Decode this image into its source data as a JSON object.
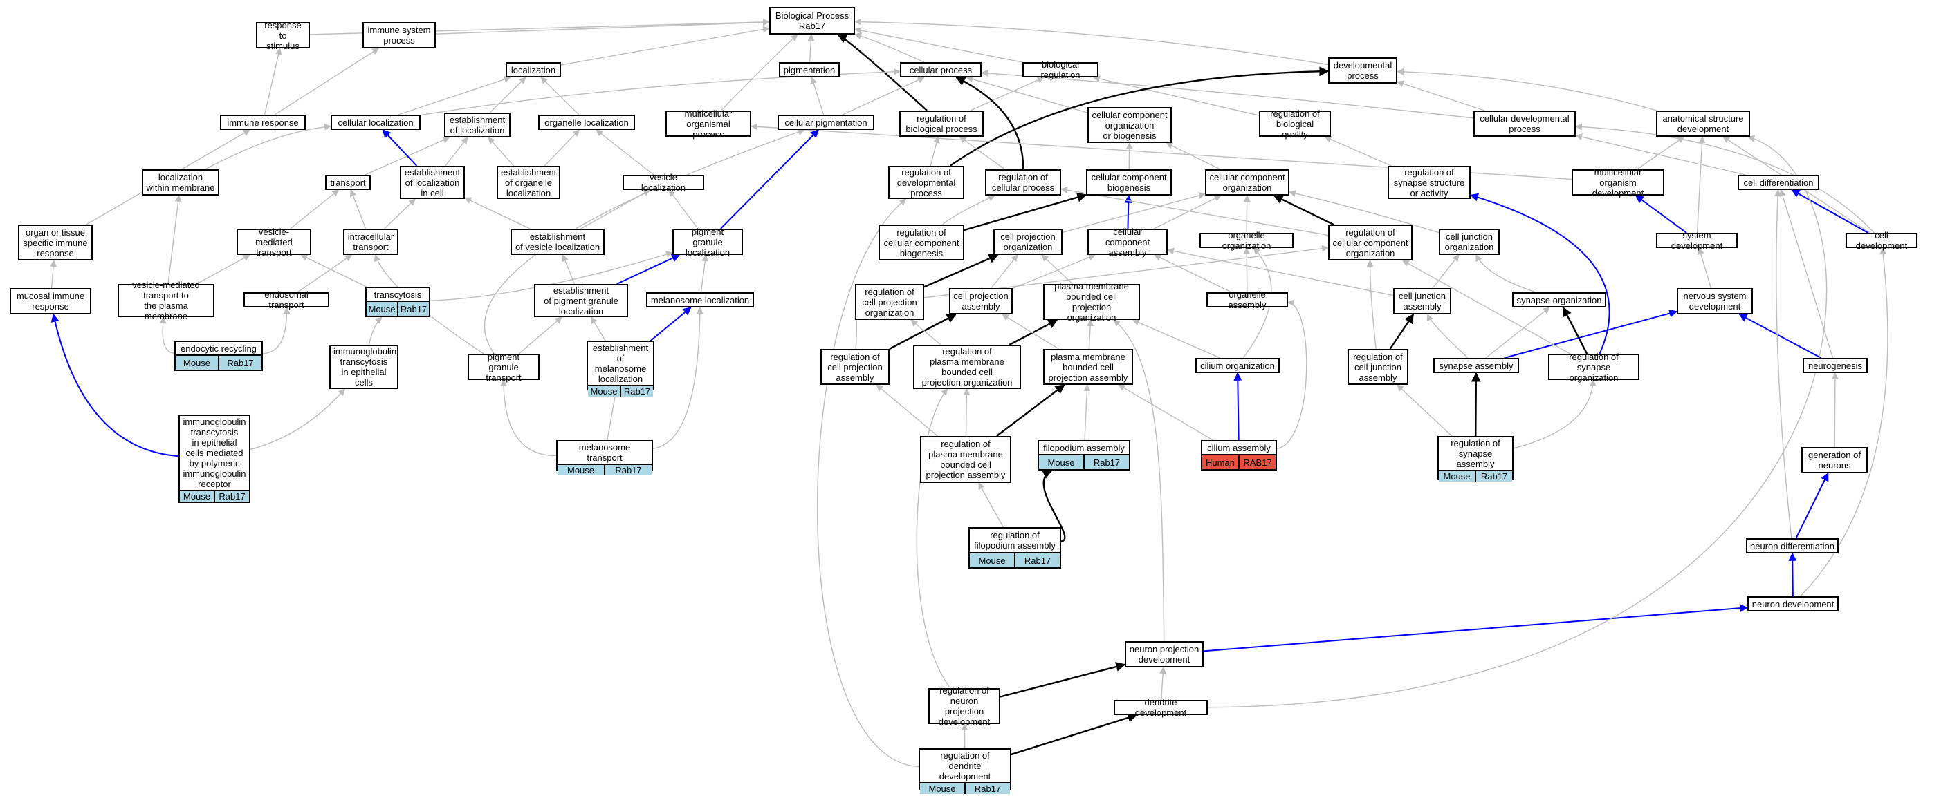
{
  "colors": {
    "is_a": "#bdbdbd",
    "part_of": "#0000ff",
    "regulates": "#000000",
    "mouse": "#add8e6",
    "human": "#e8513f"
  },
  "nodes": [
    {
      "id": "bp",
      "label": "Biological Process\nRab17"
    },
    {
      "id": "rts",
      "label": "response to\nstimulus"
    },
    {
      "id": "isp",
      "label": "immune system\nprocess"
    },
    {
      "id": "loc",
      "label": "localization"
    },
    {
      "id": "pig",
      "label": "pigmentation"
    },
    {
      "id": "cp",
      "label": "cellular process"
    },
    {
      "id": "br",
      "label": "biological regulation"
    },
    {
      "id": "dp",
      "label": "developmental\nprocess"
    },
    {
      "id": "ir",
      "label": "immune response"
    },
    {
      "id": "cl",
      "label": "cellular localization"
    },
    {
      "id": "eol",
      "label": "establishment\nof localization"
    },
    {
      "id": "ol",
      "label": "organelle localization"
    },
    {
      "id": "mop",
      "label": "multicellular\norganismal process"
    },
    {
      "id": "cpig",
      "label": "cellular pigmentation"
    },
    {
      "id": "robp",
      "label": "regulation of\nbiological process"
    },
    {
      "id": "ccob",
      "label": "cellular component\norganization\nor biogenesis"
    },
    {
      "id": "robq",
      "label": "regulation of\nbiological quality"
    },
    {
      "id": "cdp",
      "label": "cellular developmental\nprocess"
    },
    {
      "id": "asd",
      "label": "anatomical structure\ndevelopment"
    },
    {
      "id": "lwm",
      "label": "localization\nwithin membrane"
    },
    {
      "id": "tr",
      "label": "transport"
    },
    {
      "id": "eolc",
      "label": "establishment\nof localization\nin cell"
    },
    {
      "id": "eool",
      "label": "establishment\nof organelle\nlocalization"
    },
    {
      "id": "vl",
      "label": "vesicle localization"
    },
    {
      "id": "rodp",
      "label": "regulation of\ndevelopmental\nprocess"
    },
    {
      "id": "rocp",
      "label": "regulation of\ncellular process"
    },
    {
      "id": "ccb",
      "label": "cellular component\nbiogenesis"
    },
    {
      "id": "cco",
      "label": "cellular component\norganization"
    },
    {
      "id": "rossa",
      "label": "regulation of\nsynapse structure\nor activity"
    },
    {
      "id": "mod",
      "label": "multicellular\norganism development"
    },
    {
      "id": "cdiff",
      "label": "cell differentiation"
    },
    {
      "id": "otsir",
      "label": "organ or tissue\nspecific immune\nresponse"
    },
    {
      "id": "vmt",
      "label": "vesicle-mediated\ntransport"
    },
    {
      "id": "it",
      "label": "intracellular\ntransport"
    },
    {
      "id": "eovl",
      "label": "establishment\nof vesicle localization"
    },
    {
      "id": "pgl",
      "label": "pigment granule\nlocalization"
    },
    {
      "id": "roccb",
      "label": "regulation of\ncellular component\nbiogenesis"
    },
    {
      "id": "cpo",
      "label": "cell projection\norganization"
    },
    {
      "id": "cca",
      "label": "cellular component\nassembly"
    },
    {
      "id": "oo",
      "label": "organelle organization"
    },
    {
      "id": "roccco",
      "label": "regulation of\ncellular component\norganization"
    },
    {
      "id": "cjo",
      "label": "cell junction\norganization"
    },
    {
      "id": "sd",
      "label": "system development"
    },
    {
      "id": "cdev",
      "label": "cell development"
    },
    {
      "id": "mir",
      "label": "mucosal immune\nresponse"
    },
    {
      "id": "vmttpm",
      "label": "vesicle-mediated\ntransport to\nthe plasma membrane"
    },
    {
      "id": "et",
      "label": "endosomal transport"
    },
    {
      "id": "tc",
      "label": "transcytosis",
      "ann": [
        "Mouse",
        "Rab17"
      ],
      "annType": "mouse"
    },
    {
      "id": "eopgl",
      "label": "establishment\nof pigment granule\nlocalization"
    },
    {
      "id": "ml",
      "label": "melanosome localization"
    },
    {
      "id": "rocpo",
      "label": "regulation of\ncell projection\norganization"
    },
    {
      "id": "cpa",
      "label": "cell projection\nassembly"
    },
    {
      "id": "pmbcpo",
      "label": "plasma membrane\nbounded cell\nprojection organization"
    },
    {
      "id": "oa",
      "label": "organelle assembly"
    },
    {
      "id": "cja",
      "label": "cell junction\nassembly"
    },
    {
      "id": "so",
      "label": "synapse organization"
    },
    {
      "id": "nsd",
      "label": "nervous system\ndevelopment"
    },
    {
      "id": "er",
      "label": "endocytic recycling",
      "ann": [
        "Mouse",
        "Rab17"
      ],
      "annType": "mouse"
    },
    {
      "id": "itec",
      "label": "immunoglobulin\ntranscytosis\nin epithelial\ncells"
    },
    {
      "id": "pgt",
      "label": "pigment granule\ntransport"
    },
    {
      "id": "eoml",
      "label": "establishment\nof melanosome\nlocalization",
      "ann": [
        "Mouse",
        "Rab17"
      ],
      "annType": "mouse"
    },
    {
      "id": "rocpa",
      "label": "regulation of\ncell projection\nassembly"
    },
    {
      "id": "ropmbcpo",
      "label": "regulation of\nplasma membrane\nbounded cell\nprojection organization"
    },
    {
      "id": "pmbcpa",
      "label": "plasma membrane\nbounded cell\nprojection assembly"
    },
    {
      "id": "cio",
      "label": "cilium organization"
    },
    {
      "id": "rocja",
      "label": "regulation of\ncell junction\nassembly"
    },
    {
      "id": "sa",
      "label": "synapse assembly"
    },
    {
      "id": "roso",
      "label": "regulation of\nsynapse organization"
    },
    {
      "id": "ng",
      "label": "neurogenesis"
    },
    {
      "id": "itecpir",
      "label": "immunoglobulin\ntranscytosis\nin epithelial\ncells mediated\nby polymeric\nimmunoglobulin\nreceptor",
      "ann": [
        "Mouse",
        "Rab17"
      ],
      "annType": "mouse"
    },
    {
      "id": "mt",
      "label": "melanosome transport",
      "ann": [
        "Mouse",
        "Rab17"
      ],
      "annType": "mouse"
    },
    {
      "id": "ropmbcpa",
      "label": "regulation of\nplasma membrane\nbounded cell\nprojection assembly"
    },
    {
      "id": "fa",
      "label": "filopodium assembly",
      "ann": [
        "Mouse",
        "Rab17"
      ],
      "annType": "mouse"
    },
    {
      "id": "ca",
      "label": "cilium assembly",
      "ann": [
        "Human",
        "RAB17"
      ],
      "annType": "human"
    },
    {
      "id": "rosa",
      "label": "regulation of\nsynapse assembly",
      "ann": [
        "Mouse",
        "Rab17"
      ],
      "annType": "mouse"
    },
    {
      "id": "gon",
      "label": "generation of\nneurons"
    },
    {
      "id": "rofa",
      "label": "regulation of\nfilopodium assembly",
      "ann": [
        "Mouse",
        "Rab17"
      ],
      "annType": "mouse"
    },
    {
      "id": "ndiff",
      "label": "neuron differentiation"
    },
    {
      "id": "ndev",
      "label": "neuron development"
    },
    {
      "id": "npd",
      "label": "neuron projection\ndevelopment"
    },
    {
      "id": "ronpd",
      "label": "regulation of\nneuron projection\ndevelopment"
    },
    {
      "id": "dd",
      "label": "dendrite development"
    },
    {
      "id": "rodd",
      "label": "regulation of\ndendrite development",
      "ann": [
        "Mouse",
        "Rab17"
      ],
      "annType": "mouse"
    }
  ],
  "edges": [
    {
      "from": "rts",
      "to": "bp",
      "type": "is_a"
    },
    {
      "from": "isp",
      "to": "bp",
      "type": "is_a"
    },
    {
      "from": "loc",
      "to": "bp",
      "type": "is_a"
    },
    {
      "from": "pig",
      "to": "bp",
      "type": "is_a"
    },
    {
      "from": "cp",
      "to": "bp",
      "type": "is_a"
    },
    {
      "from": "br",
      "to": "bp",
      "type": "is_a"
    },
    {
      "from": "dp",
      "to": "bp",
      "type": "is_a"
    },
    {
      "from": "mop",
      "to": "bp",
      "type": "is_a"
    },
    {
      "from": "robp",
      "to": "bp",
      "type": "regulates"
    },
    {
      "from": "ir",
      "to": "rts",
      "type": "is_a"
    },
    {
      "from": "ir",
      "to": "isp",
      "type": "is_a"
    },
    {
      "from": "cl",
      "to": "loc",
      "type": "is_a"
    },
    {
      "from": "cl",
      "to": "cp",
      "type": "is_a"
    },
    {
      "from": "eol",
      "to": "loc",
      "type": "is_a"
    },
    {
      "from": "ol",
      "to": "loc",
      "type": "is_a"
    },
    {
      "from": "cpig",
      "to": "pig",
      "type": "is_a"
    },
    {
      "from": "cpig",
      "to": "cp",
      "type": "is_a"
    },
    {
      "from": "robp",
      "to": "br",
      "type": "is_a"
    },
    {
      "from": "ccob",
      "to": "cp",
      "type": "is_a"
    },
    {
      "from": "robq",
      "to": "br",
      "type": "is_a"
    },
    {
      "from": "cdp",
      "to": "cp",
      "type": "is_a"
    },
    {
      "from": "cdp",
      "to": "dp",
      "type": "is_a"
    },
    {
      "from": "asd",
      "to": "dp",
      "type": "is_a"
    },
    {
      "from": "lwm",
      "to": "cl",
      "type": "is_a"
    },
    {
      "from": "tr",
      "to": "eol",
      "type": "is_a"
    },
    {
      "from": "eolc",
      "to": "cl",
      "type": "part_of"
    },
    {
      "from": "eolc",
      "to": "eol",
      "type": "is_a"
    },
    {
      "from": "eool",
      "to": "ol",
      "type": "is_a"
    },
    {
      "from": "eool",
      "to": "eol",
      "type": "is_a"
    },
    {
      "from": "vl",
      "to": "ol",
      "type": "is_a"
    },
    {
      "from": "rodp",
      "to": "robp",
      "type": "is_a"
    },
    {
      "from": "rodp",
      "to": "dp",
      "type": "regulates"
    },
    {
      "from": "rocp",
      "to": "robp",
      "type": "is_a"
    },
    {
      "from": "rocp",
      "to": "cp",
      "type": "regulates"
    },
    {
      "from": "ccb",
      "to": "ccob",
      "type": "is_a"
    },
    {
      "from": "cco",
      "to": "ccob",
      "type": "is_a"
    },
    {
      "from": "rossa",
      "to": "robq",
      "type": "is_a"
    },
    {
      "from": "mod",
      "to": "mop",
      "type": "is_a"
    },
    {
      "from": "mod",
      "to": "asd",
      "type": "is_a"
    },
    {
      "from": "cdiff",
      "to": "cdp",
      "type": "is_a"
    },
    {
      "from": "otsir",
      "to": "ir",
      "type": "is_a"
    },
    {
      "from": "vmt",
      "to": "tr",
      "type": "is_a"
    },
    {
      "from": "it",
      "to": "tr",
      "type": "is_a"
    },
    {
      "from": "it",
      "to": "eolc",
      "type": "is_a"
    },
    {
      "from": "eovl",
      "to": "eolc",
      "type": "is_a"
    },
    {
      "from": "eovl",
      "to": "vl",
      "type": "is_a"
    },
    {
      "from": "pgl",
      "to": "vl",
      "type": "is_a"
    },
    {
      "from": "pgl",
      "to": "cpig",
      "type": "part_of"
    },
    {
      "from": "roccb",
      "to": "rocp",
      "type": "is_a"
    },
    {
      "from": "roccb",
      "to": "ccb",
      "type": "regulates"
    },
    {
      "from": "cpo",
      "to": "cco",
      "type": "is_a"
    },
    {
      "from": "cca",
      "to": "ccb",
      "type": "part_of"
    },
    {
      "from": "cca",
      "to": "cco",
      "type": "is_a"
    },
    {
      "from": "oo",
      "to": "cco",
      "type": "is_a"
    },
    {
      "from": "roccco",
      "to": "rocp",
      "type": "is_a"
    },
    {
      "from": "roccco",
      "to": "cco",
      "type": "regulates"
    },
    {
      "from": "cjo",
      "to": "cco",
      "type": "is_a"
    },
    {
      "from": "sd",
      "to": "asd",
      "type": "is_a"
    },
    {
      "from": "sd",
      "to": "mod",
      "type": "part_of"
    },
    {
      "from": "cdev",
      "to": "asd",
      "type": "is_a"
    },
    {
      "from": "cdev",
      "to": "cdp",
      "type": "is_a"
    },
    {
      "from": "cdev",
      "to": "cdiff",
      "type": "part_of"
    },
    {
      "from": "mir",
      "to": "otsir",
      "type": "is_a"
    },
    {
      "from": "vmttpm",
      "to": "lwm",
      "type": "is_a"
    },
    {
      "from": "vmttpm",
      "to": "vmt",
      "type": "is_a"
    },
    {
      "from": "et",
      "to": "it",
      "type": "is_a"
    },
    {
      "from": "tc",
      "to": "vmt",
      "type": "is_a"
    },
    {
      "from": "tc",
      "to": "pgl",
      "type": "is_a"
    },
    {
      "from": "eopgl",
      "to": "pgl",
      "type": "part_of"
    },
    {
      "from": "eopgl",
      "to": "eovl",
      "type": "is_a"
    },
    {
      "from": "ml",
      "to": "pgl",
      "type": "is_a"
    },
    {
      "from": "rocpo",
      "to": "roccco",
      "type": "is_a"
    },
    {
      "from": "rocpo",
      "to": "cpo",
      "type": "regulates"
    },
    {
      "from": "cpa",
      "to": "cpo",
      "type": "is_a"
    },
    {
      "from": "cpa",
      "to": "cca",
      "type": "is_a"
    },
    {
      "from": "pmbcpo",
      "to": "cpo",
      "type": "is_a"
    },
    {
      "from": "oa",
      "to": "cca",
      "type": "is_a"
    },
    {
      "from": "oa",
      "to": "oo",
      "type": "is_a"
    },
    {
      "from": "cja",
      "to": "cca",
      "type": "is_a"
    },
    {
      "from": "cja",
      "to": "cjo",
      "type": "is_a"
    },
    {
      "from": "so",
      "to": "cjo",
      "type": "is_a"
    },
    {
      "from": "nsd",
      "to": "sd",
      "type": "is_a"
    },
    {
      "from": "er",
      "to": "vmttpm",
      "type": "is_a"
    },
    {
      "from": "er",
      "to": "et",
      "type": "is_a"
    },
    {
      "from": "itec",
      "to": "tc",
      "type": "is_a"
    },
    {
      "from": "pgt",
      "to": "eopgl",
      "type": "is_a"
    },
    {
      "from": "pgt",
      "to": "it",
      "type": "is_a"
    },
    {
      "from": "pgt",
      "to": "cpig",
      "type": "is_a"
    },
    {
      "from": "eoml",
      "to": "eopgl",
      "type": "is_a"
    },
    {
      "from": "eoml",
      "to": "ml",
      "type": "part_of"
    },
    {
      "from": "rocpa",
      "to": "rocpo",
      "type": "is_a"
    },
    {
      "from": "rocpa",
      "to": "cpa",
      "type": "regulates"
    },
    {
      "from": "ropmbcpo",
      "to": "rocpo",
      "type": "is_a"
    },
    {
      "from": "ropmbcpo",
      "to": "pmbcpo",
      "type": "regulates"
    },
    {
      "from": "pmbcpa",
      "to": "pmbcpo",
      "type": "is_a"
    },
    {
      "from": "pmbcpa",
      "to": "cpa",
      "type": "is_a"
    },
    {
      "from": "cio",
      "to": "oo",
      "type": "is_a"
    },
    {
      "from": "cio",
      "to": "pmbcpo",
      "type": "is_a"
    },
    {
      "from": "rocja",
      "to": "roccco",
      "type": "is_a"
    },
    {
      "from": "rocja",
      "to": "cja",
      "type": "regulates"
    },
    {
      "from": "sa",
      "to": "cja",
      "type": "is_a"
    },
    {
      "from": "sa",
      "to": "so",
      "type": "is_a"
    },
    {
      "from": "sa",
      "to": "nsd",
      "type": "part_of"
    },
    {
      "from": "roso",
      "to": "rossa",
      "type": "part_of"
    },
    {
      "from": "roso",
      "to": "roccco",
      "type": "is_a"
    },
    {
      "from": "roso",
      "to": "so",
      "type": "regulates"
    },
    {
      "from": "ng",
      "to": "nsd",
      "type": "part_of"
    },
    {
      "from": "ng",
      "to": "cdiff",
      "type": "is_a"
    },
    {
      "from": "itecpir",
      "to": "mir",
      "type": "part_of"
    },
    {
      "from": "itecpir",
      "to": "itec",
      "type": "is_a"
    },
    {
      "from": "mt",
      "to": "pgt",
      "type": "is_a"
    },
    {
      "from": "mt",
      "to": "eoml",
      "type": "is_a"
    },
    {
      "from": "mt",
      "to": "ml",
      "type": "is_a"
    },
    {
      "from": "ropmbcpa",
      "to": "ropmbcpo",
      "type": "is_a"
    },
    {
      "from": "ropmbcpa",
      "to": "rocpa",
      "type": "is_a"
    },
    {
      "from": "ropmbcpa",
      "to": "pmbcpa",
      "type": "regulates"
    },
    {
      "from": "fa",
      "to": "pmbcpa",
      "type": "is_a"
    },
    {
      "from": "ca",
      "to": "pmbcpa",
      "type": "is_a"
    },
    {
      "from": "ca",
      "to": "oa",
      "type": "is_a"
    },
    {
      "from": "ca",
      "to": "cio",
      "type": "part_of"
    },
    {
      "from": "rosa",
      "to": "rocja",
      "type": "is_a"
    },
    {
      "from": "rosa",
      "to": "roso",
      "type": "is_a"
    },
    {
      "from": "rosa",
      "to": "sa",
      "type": "regulates"
    },
    {
      "from": "gon",
      "to": "ng",
      "type": "is_a"
    },
    {
      "from": "rofa",
      "to": "ropmbcpa",
      "type": "is_a"
    },
    {
      "from": "rofa",
      "to": "fa",
      "type": "regulates"
    },
    {
      "from": "ndiff",
      "to": "gon",
      "type": "part_of"
    },
    {
      "from": "ndiff",
      "to": "cdiff",
      "type": "is_a"
    },
    {
      "from": "ndev",
      "to": "ndiff",
      "type": "part_of"
    },
    {
      "from": "ndev",
      "to": "cdev",
      "type": "is_a"
    },
    {
      "from": "npd",
      "to": "ndev",
      "type": "part_of"
    },
    {
      "from": "npd",
      "to": "pmbcpo",
      "type": "is_a"
    },
    {
      "from": "ronpd",
      "to": "npd",
      "type": "regulates"
    },
    {
      "from": "ronpd",
      "to": "ropmbcpo",
      "type": "is_a"
    },
    {
      "from": "dd",
      "to": "npd",
      "type": "is_a"
    },
    {
      "from": "dd",
      "to": "asd",
      "type": "is_a"
    },
    {
      "from": "rodd",
      "to": "ronpd",
      "type": "is_a"
    },
    {
      "from": "rodd",
      "to": "dd",
      "type": "regulates"
    },
    {
      "from": "rodd",
      "to": "rodp",
      "type": "is_a"
    }
  ]
}
